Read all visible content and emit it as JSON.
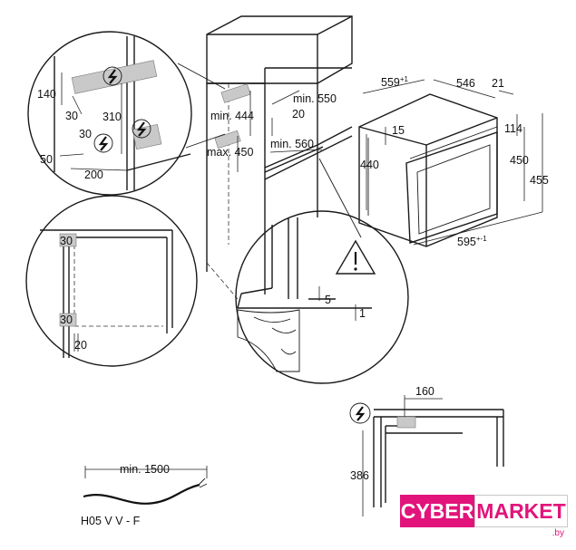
{
  "labels": {
    "detail_top": {
      "d140": "140",
      "d30a": "30",
      "d310": "310",
      "d30b": "30",
      "d50": "50",
      "d200": "200"
    },
    "detail_left": {
      "d30top": "30",
      "d30bot": "30",
      "d20": "20"
    },
    "niche": {
      "min444": "min. 444",
      "max450": "max. 450",
      "min550": "min. 550",
      "min560": "min. 560",
      "d20": "20"
    },
    "detail_bottom": {
      "d5": "5",
      "d1": "1"
    },
    "oven": {
      "d559": "559",
      "d559_sup": "+1",
      "d546": "546",
      "d21": "21",
      "d15": "15",
      "d114": "114",
      "d440": "440",
      "d450": "450",
      "d455": "455",
      "d595": "595",
      "d595_sup": "+-1"
    },
    "side": {
      "d160": "160",
      "d386": "386"
    },
    "cable": {
      "min1500": "min. 1500",
      "type": "H05 V V - F"
    }
  },
  "logo": {
    "cyber": "CYBER",
    "market": "MARKET",
    "tld": ".by",
    "brand_color": "#e2147b"
  },
  "warning_icon": "exclamation-triangle-icon",
  "electric_icon": "lightning-bolt-icon"
}
